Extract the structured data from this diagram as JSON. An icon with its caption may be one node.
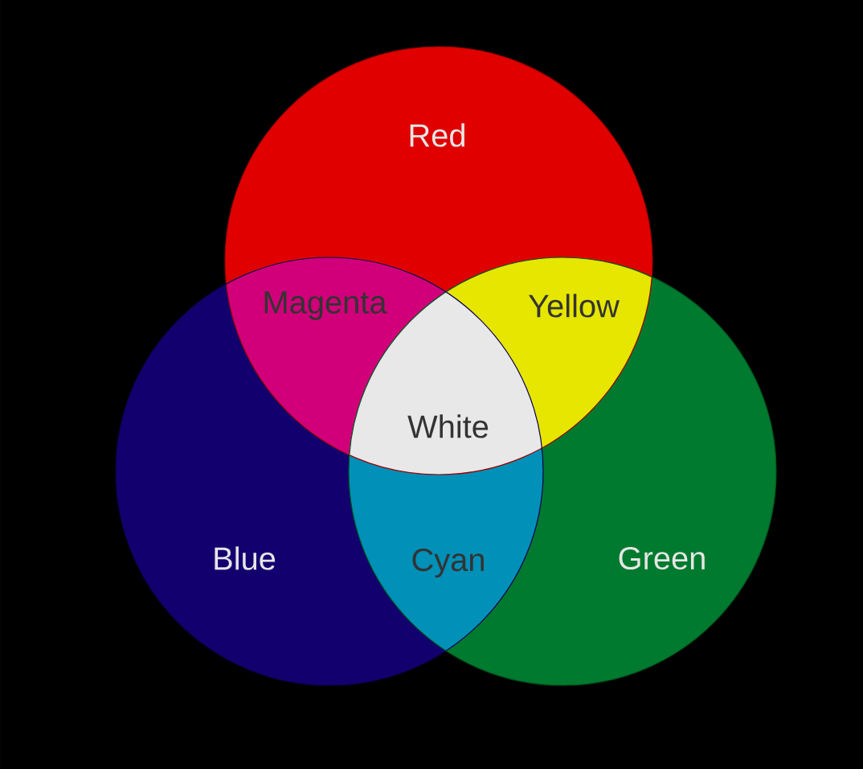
{
  "diagram": {
    "nodes": [
      {
        "text": [
          "Red"
        ]
      },
      {
        "text": [
          "Blue"
        ]
      },
      {
        "text": [
          "Green"
        ]
      }
    ],
    "labels": [
      "Magenta",
      "Yellow",
      "White",
      "Cyan"
    ]
  }
}
